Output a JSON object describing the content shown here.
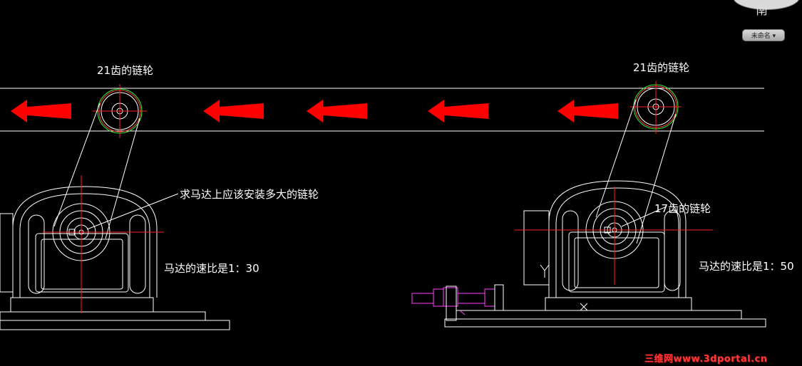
{
  "viewcube": {
    "direction": "南",
    "view_name": "未命名 ▾"
  },
  "labels": {
    "left_sprocket": "21齿的链轮",
    "right_sprocket": "21齿的链轮",
    "question": "求马达上应该安装多大的链轮",
    "motor_sprocket_right": "17齿的链轮",
    "ratio_left": "马达的速比是1：30",
    "ratio_right": "马达的速比是1：50",
    "y_marker": "Y",
    "x_marker": "X"
  },
  "watermark": "三维网www.3dportal.cn",
  "colors": {
    "background": "#000000",
    "lines": "#ffffff",
    "centerline": "#ff2020",
    "arrow": "#ff0000",
    "magenta": "#ff40ff",
    "green": "#33ff33"
  }
}
